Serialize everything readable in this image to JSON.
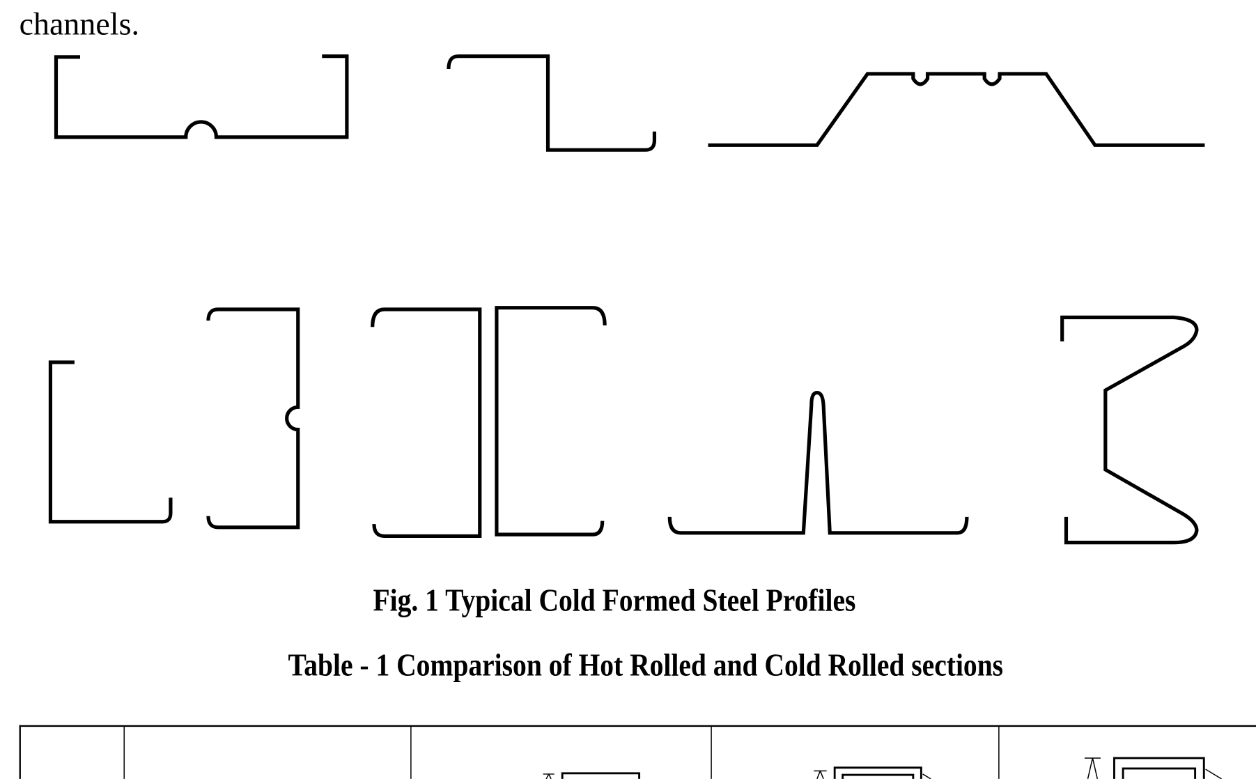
{
  "document": {
    "paragraph_tail": "channels.",
    "figure": {
      "caption": "Fig. 1 Typical Cold Formed Steel Profiles",
      "profiles": [
        "lipped-channel-with-stiffener",
        "z-section",
        "hat-deck-with-stiffeners",
        "lipped-angle",
        "lipped-channel-with-web-stiffener",
        "back-to-back-lipped-channels",
        "stiffened-panel",
        "sigma-section"
      ]
    },
    "table": {
      "caption": "Table - 1 Comparison of Hot Rolled and Cold Rolled sections",
      "columns": 5
    }
  }
}
